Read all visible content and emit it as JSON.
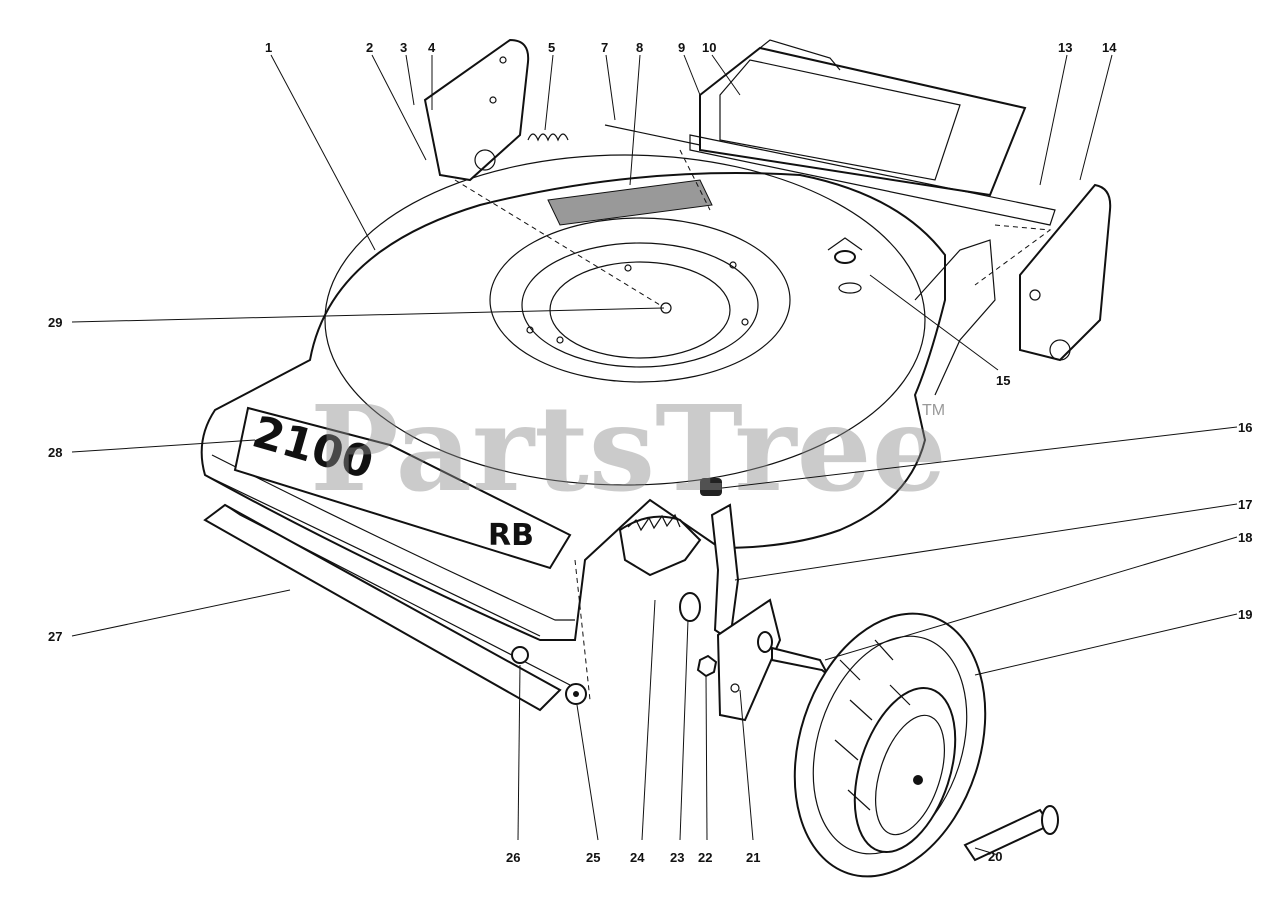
{
  "watermark": {
    "brand": "PartsTree",
    "trademark": "TM"
  },
  "deck_decals": {
    "model": "2100",
    "suffix": "RB"
  },
  "callouts": [
    "1",
    "2",
    "3",
    "4",
    "5",
    "7",
    "8",
    "9",
    "10",
    "13",
    "14",
    "15",
    "16",
    "17",
    "18",
    "19",
    "20",
    "21",
    "22",
    "23",
    "24",
    "25",
    "26",
    "27",
    "28",
    "29"
  ]
}
